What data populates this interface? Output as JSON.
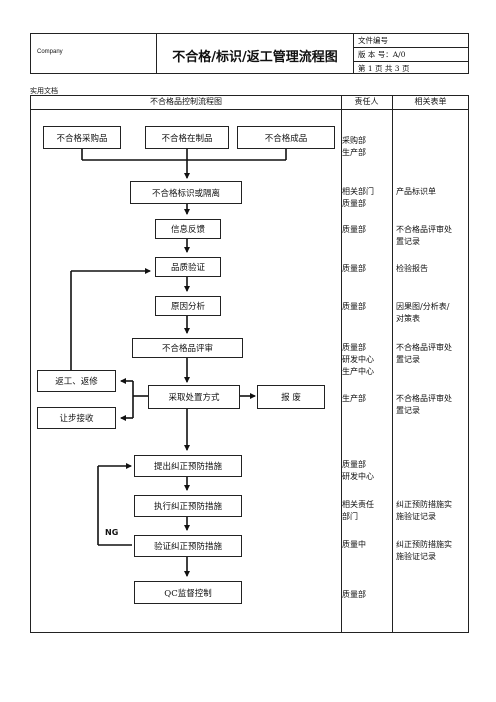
{
  "header": {
    "company": "Company",
    "title": "不合格/标识/返工管理流程图",
    "doc_no_label": "文件编号",
    "version": "版 本 号：A/0",
    "page": "第  1  页     共  3  页"
  },
  "doc_note": "实用文档",
  "table": {
    "col_flow": "不合格品控制流程图",
    "col_resp": "责任人",
    "col_form": "相关表单"
  },
  "flow": {
    "purchase": "不合格采购品",
    "wip": "不合格在制品",
    "finished": "不合格成品",
    "identify": "不合格标识或隔离",
    "feedback": "信息反馈",
    "verify": "品质验证",
    "analysis": "原因分析",
    "review": "不合格品评审",
    "rework": "返工、返修",
    "concession": "让步接收",
    "disposal": "采取处置方式",
    "scrap": "报  废",
    "propose": "提出纠正预防措施",
    "execute": "执行纠正预防措施",
    "verify_ca": "验证纠正预防措施",
    "qc": "QC监督控制",
    "ng": "NG"
  },
  "responsible": [
    [
      "采购部",
      "生产部"
    ],
    [
      "相关部门",
      "质量部"
    ],
    [
      "质量部"
    ],
    [
      "质量部"
    ],
    [
      "质量部"
    ],
    [
      "质量部",
      "研发中心",
      "生产中心"
    ],
    [
      "生产部"
    ],
    [
      "质量部",
      "研发中心"
    ],
    [
      "相关责任",
      "部门"
    ],
    [
      "质量中"
    ],
    [
      "质量部"
    ]
  ],
  "forms": [
    [
      "产品标识单"
    ],
    [
      "不合格品评审处",
      "置记录"
    ],
    [
      "检验报告"
    ],
    [
      "因果图/分析表/",
      "对策表"
    ],
    [
      "不合格品评审处",
      "置记录"
    ],
    [
      "不合格品评审处",
      "置记录"
    ],
    [
      "纠正预防措施实",
      "施验证记录"
    ],
    [
      "纠正预防措施实",
      "施验证记录"
    ]
  ]
}
